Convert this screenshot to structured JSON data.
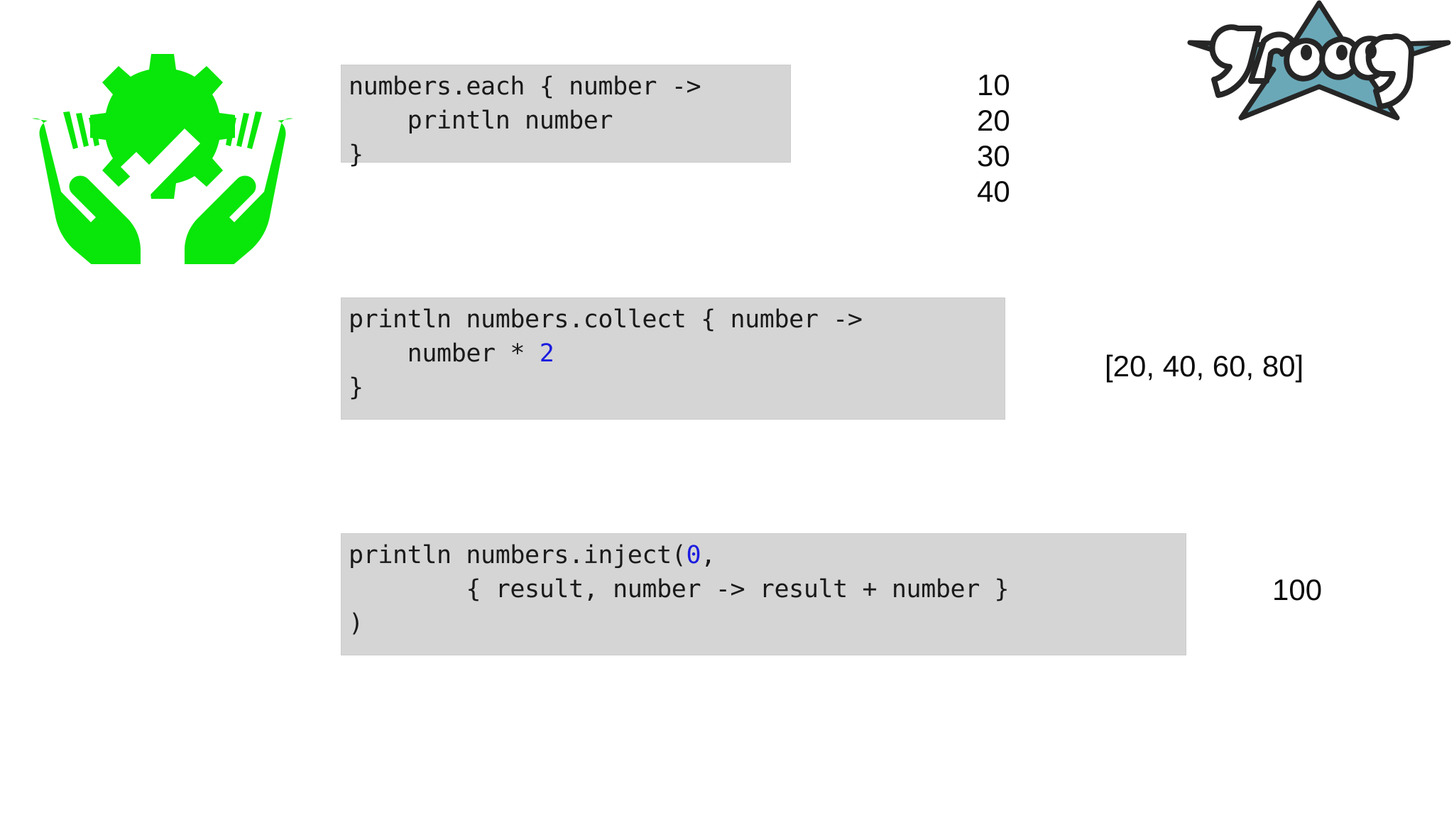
{
  "slide": {
    "background_color": "#ffffff"
  },
  "icons": {
    "hands_gear": {
      "name": "hands-holding-gear-check-icon",
      "color": "#09e609",
      "description": "two open hands cupping a gear containing a checkmark"
    },
    "groovy_logo": {
      "name": "groovy-logo",
      "wordmark": "groovy",
      "star_color": "#6aa8b8",
      "outline_color": "#262626",
      "letter_fill": "#ffffff"
    }
  },
  "code_blocks": [
    {
      "id": "each",
      "language": "groovy",
      "background_color": "#d5d5d5",
      "lines": [
        "numbers.each { number ->",
        "    println number",
        "}"
      ],
      "full_text": "numbers.each { number ->\n    println number\n}"
    },
    {
      "id": "collect",
      "language": "groovy",
      "background_color": "#d5d5d5",
      "lines": [
        "println numbers.collect { number ->",
        "    number * 2",
        "}"
      ],
      "literal": "2",
      "literal_color": "#1c1ce0",
      "full_text": "println numbers.collect { number ->\n    number * 2\n}"
    },
    {
      "id": "inject",
      "language": "groovy",
      "background_color": "#d5d5d5",
      "lines": [
        "println numbers.inject(0,",
        "        { result, number -> result + number }",
        ")"
      ],
      "literal": "0",
      "literal_color": "#1c1ce0",
      "full_text": "println numbers.inject(0,\n        { result, number -> result + number }\n)"
    }
  ],
  "outputs": {
    "each": "10\n20\n30\n40",
    "each_values": [
      "10",
      "20",
      "30",
      "40"
    ],
    "collect": "[20, 40, 60, 80]",
    "inject": "100"
  }
}
